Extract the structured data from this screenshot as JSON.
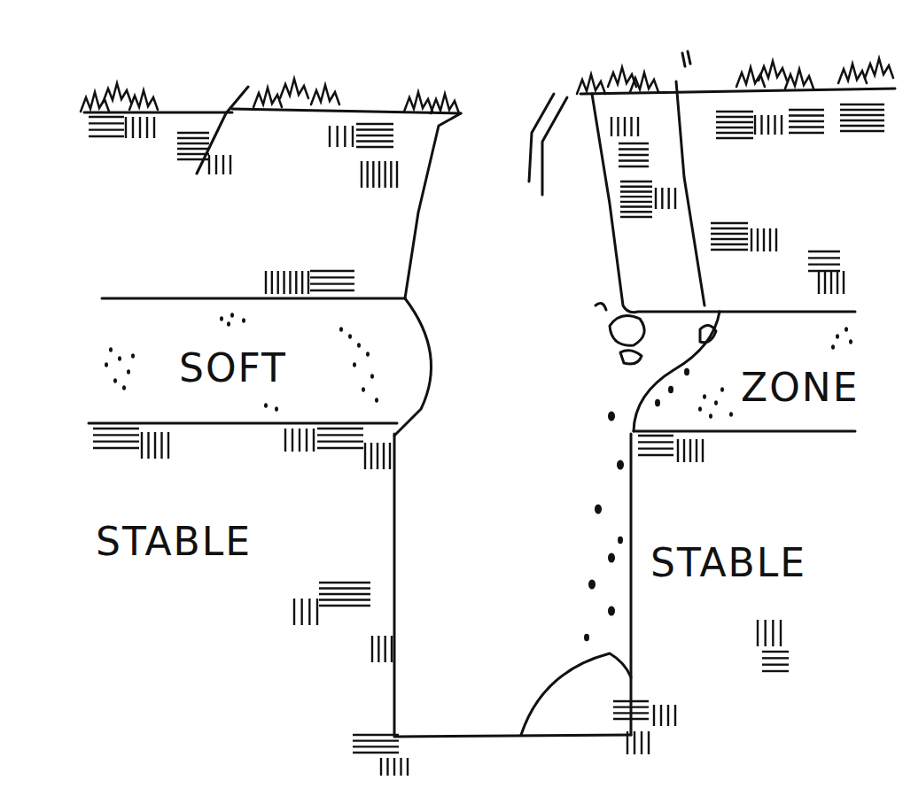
{
  "diagram": {
    "nodes": [
      {
        "text": [
          "SOFT"
        ]
      },
      {
        "text": [
          "ZONE"
        ]
      }
    ],
    "labels": [
      "STABLE",
      "STABLE"
    ]
  }
}
